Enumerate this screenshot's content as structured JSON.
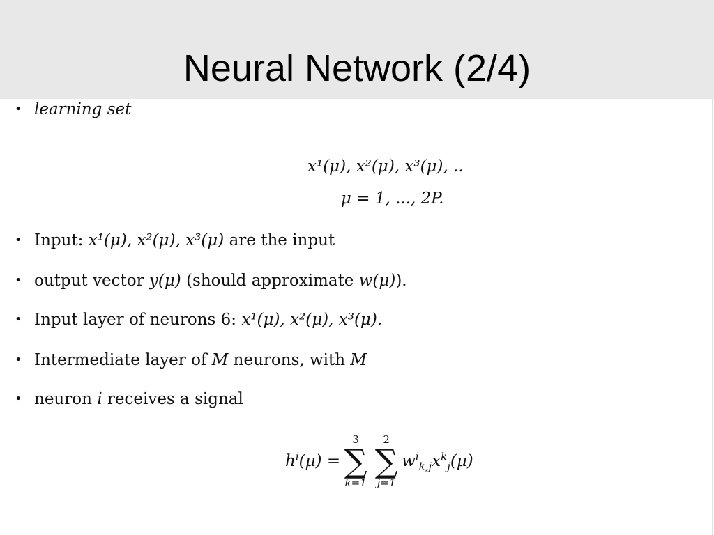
{
  "slide": {
    "title": "Neural Network (2/4)"
  },
  "bullets": {
    "learning_set": "learning set",
    "eq_line1": "x¹(μ), x²(μ), x³(μ), ..",
    "eq_line2": "μ = 1, ..., 2P.",
    "input_prefix": "Input: ",
    "input_math": "x¹(μ), x²(μ), x³(μ)",
    "input_suffix": " are the input",
    "output_prefix": "output vector ",
    "output_math1": "y(μ)",
    "output_mid": " (should approximate ",
    "output_math2": "w(μ)",
    "output_suffix": ").",
    "layer_prefix": "Input layer of neurons 6: ",
    "layer_math": "x¹(μ), x²(μ), x³(μ).",
    "inter_prefix": "Intermediate layer of ",
    "inter_m1": "M",
    "inter_mid": " neurons, with ",
    "inter_m2": "M",
    "neuron_prefix": "neuron ",
    "neuron_i": "i",
    "neuron_suffix": " receives a signal"
  },
  "equation": {
    "lhs": "h",
    "lhs_sup": "i",
    "lhs_arg": "(μ) = ",
    "sum1_top": "3",
    "sum1_bot": "k=1",
    "sum2_top": "2",
    "sum2_bot": "j=1",
    "w": "w",
    "w_sup": "i",
    "w_sub": "k,j",
    "x": "x",
    "x_sup": "k",
    "x_sub": "j",
    "rhs_arg": "(μ)",
    "sigma": "∑"
  },
  "icons": {
    "bullet": "•"
  }
}
